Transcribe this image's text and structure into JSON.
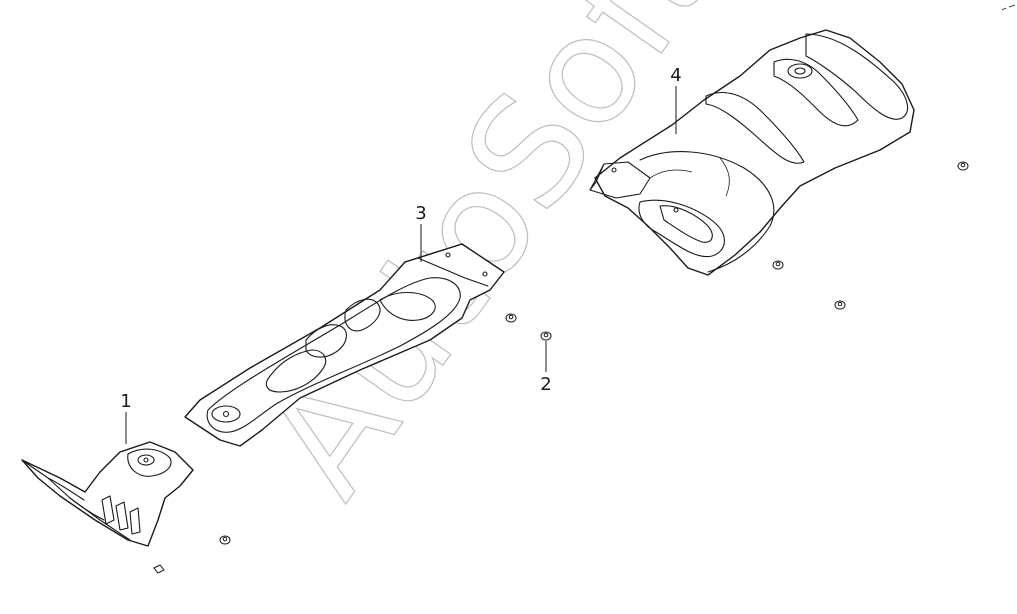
{
  "callouts": [
    {
      "label": "1"
    },
    {
      "label": "2"
    },
    {
      "label": "3"
    },
    {
      "label": "4"
    }
  ],
  "watermark": {
    "text": "AutoSoft"
  },
  "colors": {
    "line": "#1a1a1a",
    "watermark": "#bdbdbd",
    "background": "#ffffff"
  }
}
